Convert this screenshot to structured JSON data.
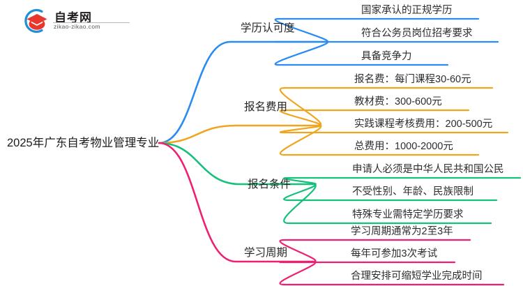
{
  "logo": {
    "name_cn": "自考网",
    "domain": "zikao-zikao.com",
    "mark_icon": "graduation-cap-icon",
    "arc_color": "#1f8fd8",
    "cap_color": "#e8372c"
  },
  "mindmap": {
    "root": {
      "label": "2025年广东自考物业管理专业"
    },
    "branches": [
      {
        "label": "学历认可度",
        "color": "#2a8bf2",
        "leaves": [
          "国家承认的正规学历",
          "符合公务员岗位招考要求",
          "具备竞争力"
        ]
      },
      {
        "label": "报名费用",
        "color": "#f0a51e",
        "leaves": [
          "报名费：每门课程30-60元",
          "教材费：300-600元",
          "实践课程考核费用：200-500元",
          "总费用：1000-2000元"
        ]
      },
      {
        "label": "报名条件",
        "color": "#14c07a",
        "leaves": [
          "申请人必须是中华人民共和国公民",
          "不受性别、年龄、民族限制",
          "特殊专业需特定学历要求"
        ]
      },
      {
        "label": "学习周期",
        "color": "#ef1f72",
        "leaves": [
          "学习周期通常为2至3年",
          "每年可参加3次考试",
          "合理安排可缩短学业完成时间"
        ]
      }
    ]
  }
}
